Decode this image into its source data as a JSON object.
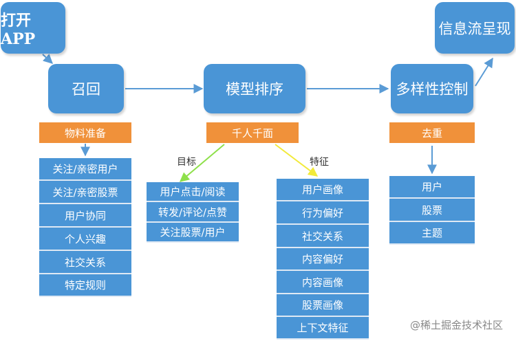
{
  "nodes": {
    "open_app": "打开APP",
    "recall": "召回",
    "model_rank": "模型排序",
    "diversity": "多样性控制",
    "feed": "信息流呈现"
  },
  "tags": {
    "material": "物料准备",
    "personalized": "千人千面",
    "dedup": "去重"
  },
  "labels": {
    "target": "目标",
    "feature": "特征"
  },
  "lists": {
    "recall_items": [
      "关注/亲密用户",
      "关注/亲密股票",
      "用户协同",
      "个人兴趣",
      "社交关系",
      "特定规则"
    ],
    "target_items": [
      "用户点击/阅读",
      "转发/评论/点赞",
      "关注股票/用户"
    ],
    "feature_items": [
      "用户画像",
      "行为偏好",
      "社交关系",
      "内容偏好",
      "内容画像",
      "股票画像",
      "上下文特征"
    ],
    "dedup_items": [
      "用户",
      "股票",
      "主题"
    ]
  },
  "watermark": "@稀土掘金技术社区",
  "colors": {
    "box": "#4a95d6",
    "tag": "#f0913a",
    "green_arrow": "#8ee04a",
    "yellow_arrow": "#f2ea3a",
    "arrow": "#5a9bd5"
  }
}
